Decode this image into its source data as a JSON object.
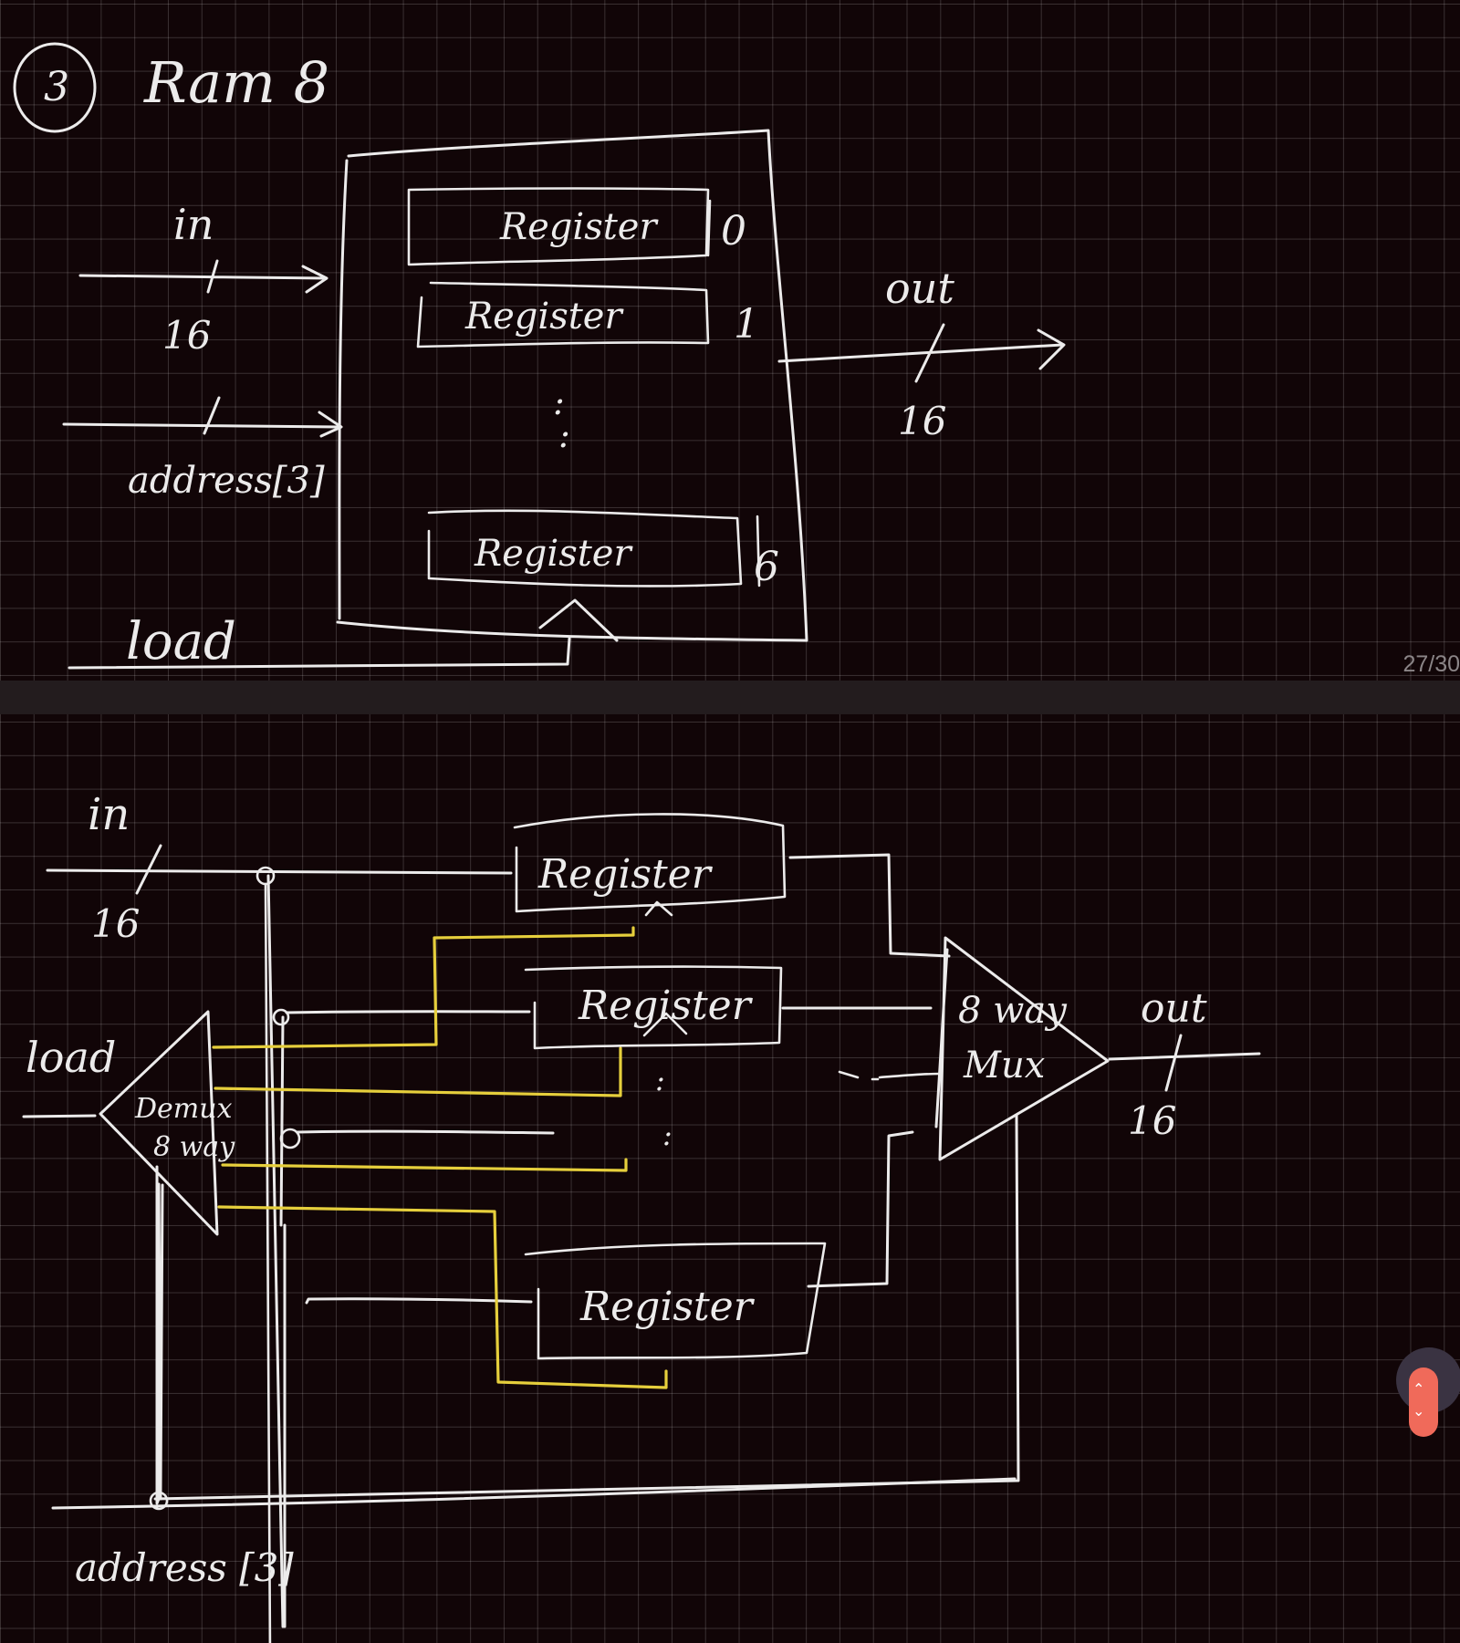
{
  "top": {
    "heading_number": "3",
    "heading": "Ram 8",
    "in_label": "in",
    "in_width": "16",
    "address_label": "address[3]",
    "load_label": "load",
    "register_label": "Register",
    "register_indices": [
      "0",
      "1",
      "6"
    ],
    "ellipsis": ":",
    "out_label": "out",
    "out_width": "16"
  },
  "bottom": {
    "in_label": "in",
    "in_width": "16",
    "load_label": "load",
    "demux_line1": "Demux",
    "demux_line2": "8 way",
    "register_label": "Register",
    "mux_line1": "8 way",
    "mux_line2": "Mux",
    "out_label": "out",
    "out_width": "16",
    "address_label": "address [3]",
    "ellipsis": ":"
  },
  "page_counter": "27/30",
  "colors": {
    "ink": "#ecebeb",
    "highlight": "#e6cf3c",
    "paper": "#110507"
  },
  "icons": [
    "pen-tool-icon"
  ]
}
